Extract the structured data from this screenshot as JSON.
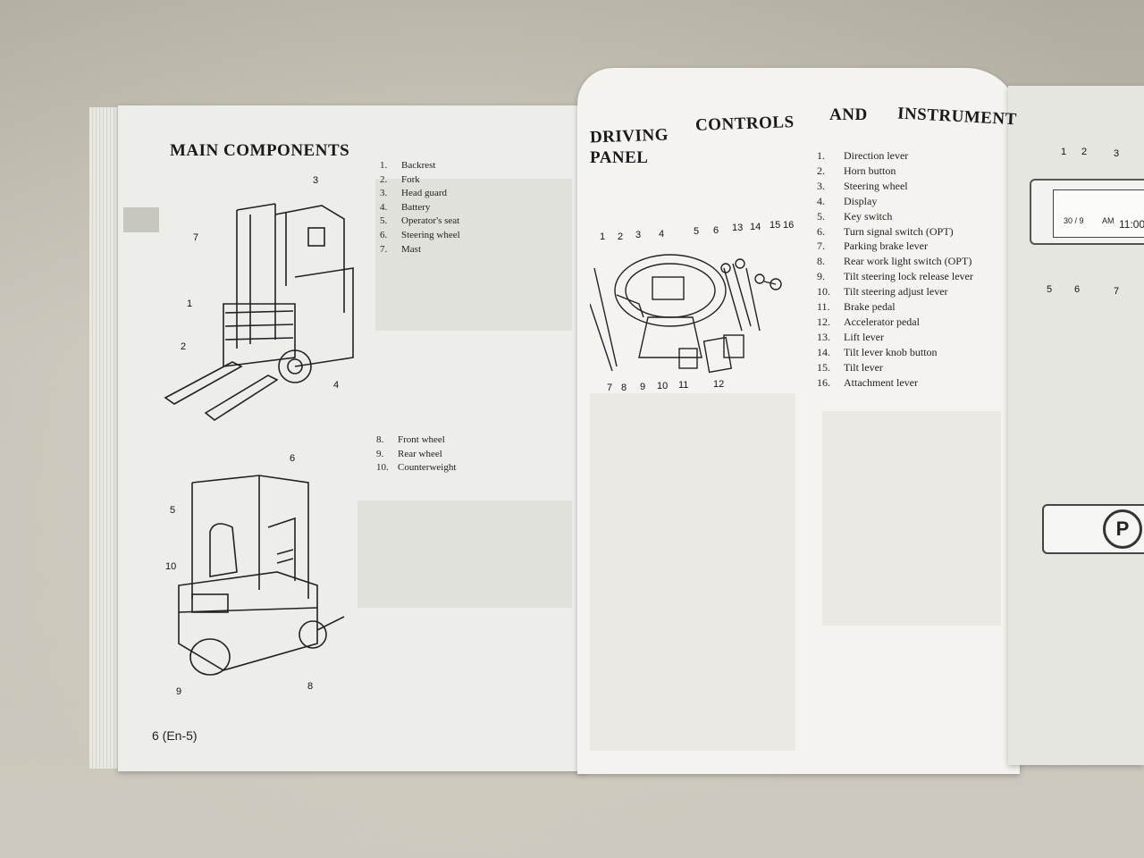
{
  "left_page": {
    "title": "MAIN COMPONENTS",
    "components_a": [
      {
        "num": "1.",
        "label": "Backrest"
      },
      {
        "num": "2.",
        "label": "Fork"
      },
      {
        "num": "3.",
        "label": "Head guard"
      },
      {
        "num": "4.",
        "label": "Battery"
      },
      {
        "num": "5.",
        "label": "Operator's seat"
      },
      {
        "num": "6.",
        "label": "Steering wheel"
      },
      {
        "num": "7.",
        "label": "Mast"
      }
    ],
    "components_b": [
      {
        "num": "8.",
        "label": "Front wheel"
      },
      {
        "num": "9.",
        "label": "Rear wheel"
      },
      {
        "num": "10.",
        "label": "Counterweight"
      }
    ],
    "front_callouts": [
      "1",
      "2",
      "3",
      "4",
      "7"
    ],
    "rear_callouts": [
      "5",
      "6",
      "8",
      "9",
      "10"
    ],
    "page_number": "6  (En-5)"
  },
  "right_page": {
    "title_line1_words": [
      "DRIVING",
      "CONTROLS",
      "AND",
      "INSTRUMENT"
    ],
    "title_line2": "PANEL",
    "diagram_top_callouts": [
      "1",
      "2",
      "3",
      "4",
      "5",
      "6",
      "13",
      "14",
      "15",
      "16"
    ],
    "diagram_bottom_callouts": [
      "7",
      "8",
      "9",
      "10",
      "11",
      "12"
    ],
    "controls": [
      {
        "num": "1.",
        "label": "Direction lever"
      },
      {
        "num": "2.",
        "label": "Horn button"
      },
      {
        "num": "3.",
        "label": "Steering wheel"
      },
      {
        "num": "4.",
        "label": "Display"
      },
      {
        "num": "5.",
        "label": "Key switch"
      },
      {
        "num": "6.",
        "label": "Turn signal switch (OPT)"
      },
      {
        "num": "7.",
        "label": "Parking brake lever"
      },
      {
        "num": "8.",
        "label": "Rear work light switch (OPT)"
      },
      {
        "num": "9.",
        "label": "Tilt steering lock release lever"
      },
      {
        "num": "10.",
        "label": "Tilt steering adjust lever"
      },
      {
        "num": "11.",
        "label": "Brake pedal"
      },
      {
        "num": "12.",
        "label": "Accelerator pedal"
      },
      {
        "num": "13.",
        "label": "Lift lever"
      },
      {
        "num": "14.",
        "label": "Tilt lever knob button"
      },
      {
        "num": "15.",
        "label": "Tilt lever"
      },
      {
        "num": "16.",
        "label": "Attachment lever"
      }
    ]
  },
  "far_page": {
    "display_top_callouts": [
      "1",
      "2",
      "3"
    ],
    "display_bottom_callouts": [
      "5",
      "6",
      "7"
    ],
    "display_date": "30 / 9",
    "display_am": "AM",
    "display_time": "11:00",
    "parking_symbol": "P"
  }
}
